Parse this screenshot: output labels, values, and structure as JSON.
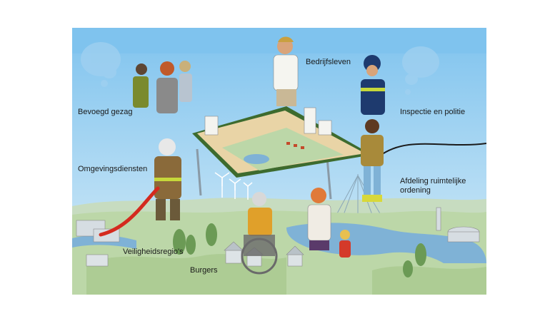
{
  "labels": {
    "bedrijfsleven": "Bedrijfsleven",
    "bevoegd_gezag": "Bevoegd gezag",
    "inspectie_politie": "Inspectie en politie",
    "omgevingsdiensten": "Omgevingsdiensten",
    "ruimtelijke_line1": "Afdeling ruimtelijke",
    "ruimtelijke_line2": "ordening",
    "veiligheidsregios": "Veiligheidsregio's",
    "burgers": "Burgers"
  },
  "colors": {
    "sky_top": "#7fc3ee",
    "sky_bottom": "#d4ebf7",
    "land": "#bcd7a8",
    "water": "#7fb2d6",
    "table_top": "#3d6b2e",
    "hose": "#d42a1e"
  }
}
